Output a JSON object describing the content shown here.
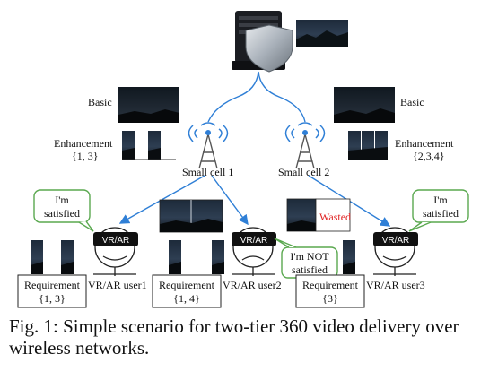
{
  "left": {
    "basic_label": "Basic",
    "enhancement_label": "Enhancement",
    "enhancement_set": "{1, 3}",
    "cell_label": "Small cell 1"
  },
  "right": {
    "basic_label": "Basic",
    "enhancement_label": "Enhancement",
    "enhancement_set": "{2,3,4}",
    "cell_label": "Small cell 2"
  },
  "headset_label": "VR/AR",
  "users": [
    {
      "name": "VR/AR user1",
      "req_title": "Requirement",
      "req_set": "{1, 3}",
      "bubble_line1": "I'm",
      "bubble_line2": "satisfied"
    },
    {
      "name": "VR/AR user2",
      "req_title": "Requirement",
      "req_set": "{1, 4}",
      "bubble_line1": "I'm NOT",
      "bubble_line2": "satisfied"
    },
    {
      "name": "VR/AR user3",
      "req_title": "Requirement",
      "req_set": "{3}",
      "bubble_line1": "I'm",
      "bubble_line2": "satisfied"
    }
  ],
  "wasted_label": "Wasted",
  "caption": "Fig. 1: Simple scenario for two-tier 360 video delivery over wireless networks.",
  "colors": {
    "link_blue": "#2f7fd6",
    "bubble_green": "#5aa84f",
    "wasted_red": "#e02020",
    "shield_gray": "#9aa3ad"
  }
}
